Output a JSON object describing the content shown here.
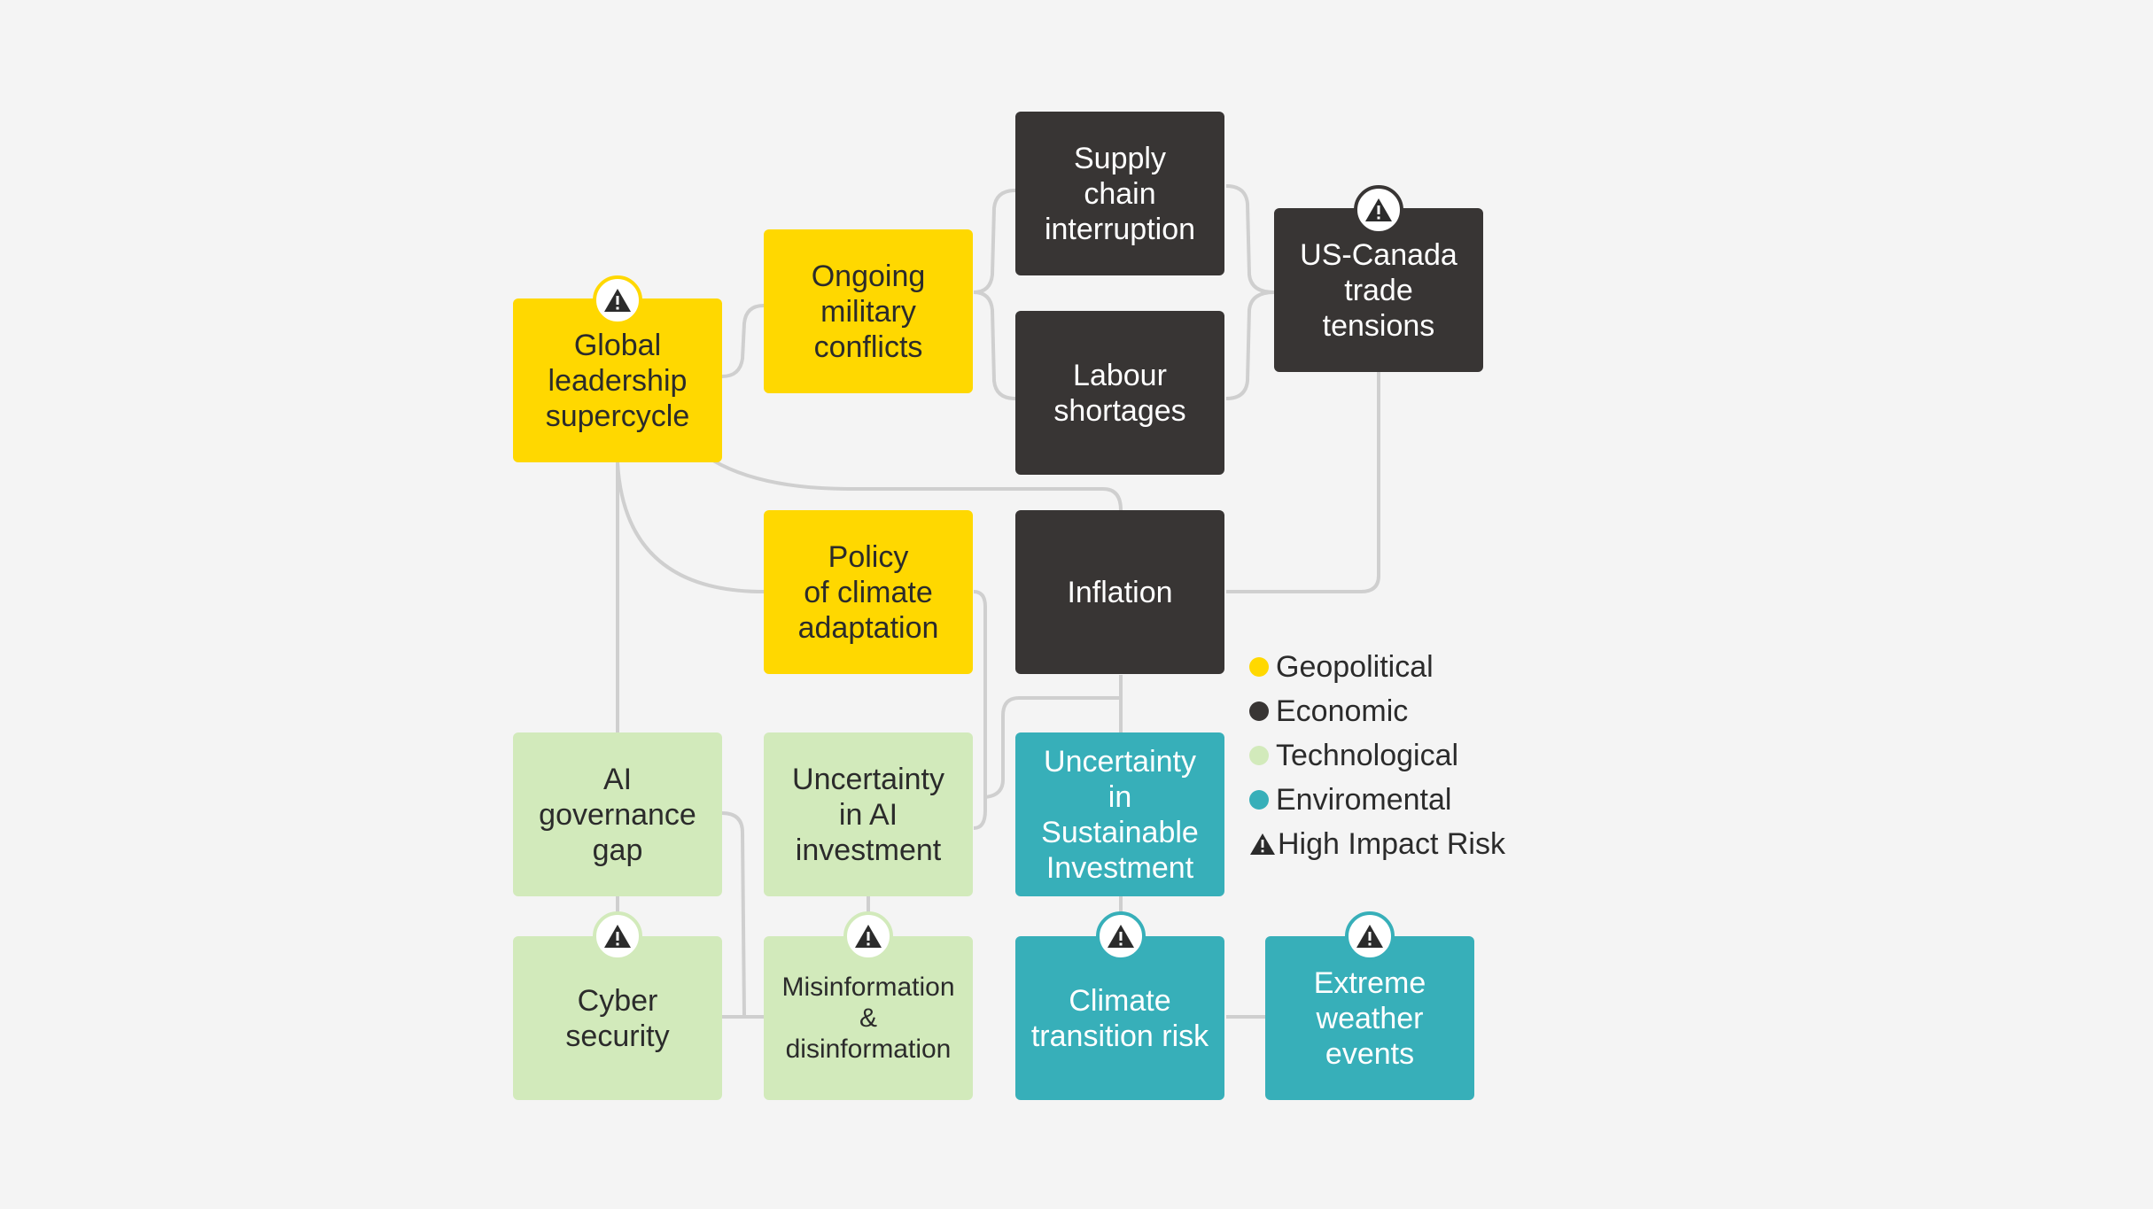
{
  "colors": {
    "geopolitical": "#ffd800",
    "economic": "#383534",
    "technological": "#d2eabb",
    "environmental": "#37afb9",
    "connector": "#cfcfcf",
    "background": "#f4f4f4"
  },
  "nodes": {
    "global_leadership": {
      "label": "Global\nleadership\nsupercycle",
      "category": "geopolitical",
      "high_impact": true
    },
    "military_conflicts": {
      "label": "Ongoing\nmilitary\nconflicts",
      "category": "geopolitical",
      "high_impact": false
    },
    "supply_chain": {
      "label": "Supply\nchain\ninterruption",
      "category": "economic",
      "high_impact": false
    },
    "labour_shortages": {
      "label": "Labour\nshortages",
      "category": "economic",
      "high_impact": false
    },
    "us_canada": {
      "label": "US-Canada\ntrade\ntensions",
      "category": "economic",
      "high_impact": true
    },
    "climate_policy": {
      "label": "Policy\nof climate\nadaptation",
      "category": "geopolitical",
      "high_impact": false
    },
    "inflation": {
      "label": "Inflation",
      "category": "economic",
      "high_impact": false
    },
    "ai_governance": {
      "label": "AI\ngovernance\ngap",
      "category": "technological",
      "high_impact": false
    },
    "ai_investment": {
      "label": "Uncertainty\nin AI\ninvestment",
      "category": "technological",
      "high_impact": false
    },
    "sustainable_investment": {
      "label": "Uncertainty\nin Sustainable\nInvestment",
      "category": "environmental",
      "high_impact": false
    },
    "cyber_security": {
      "label": "Cyber\nsecurity",
      "category": "technological",
      "high_impact": true
    },
    "misinformation": {
      "label": "Misinformation\n&\ndisinformation",
      "category": "technological",
      "high_impact": true
    },
    "climate_transition": {
      "label": "Climate\ntransition risk",
      "category": "environmental",
      "high_impact": true
    },
    "extreme_weather": {
      "label": "Extreme\nweather\nevents",
      "category": "environmental",
      "high_impact": true
    }
  },
  "legend": {
    "geopolitical": "Geopolitical",
    "economic": "Economic",
    "technological": "Technological",
    "environmental": "Enviromental",
    "high_impact": "High Impact Risk"
  }
}
